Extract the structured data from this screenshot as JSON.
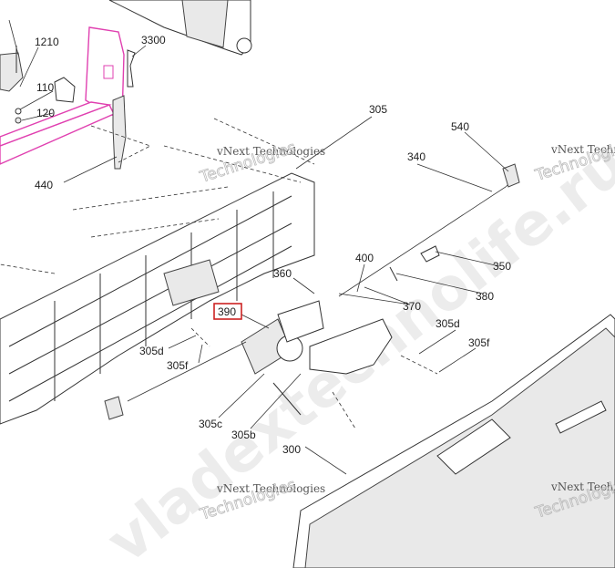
{
  "diagram": {
    "callouts": {
      "c1210": "1210",
      "c3300": "3300",
      "c110": "110",
      "c120": "120",
      "c440": "440",
      "c305": "305",
      "c540": "540",
      "c340": "340",
      "c350": "350",
      "c400": "400",
      "c360": "360",
      "c380": "380",
      "c370": "370",
      "c390": "390",
      "c305d_left": "305d",
      "c305f_left": "305f",
      "c305c": "305c",
      "c305b": "305b",
      "c300": "300",
      "c305d_right": "305d",
      "c305f_right": "305f"
    },
    "highlighted_callout": "390",
    "highlight_color": "#cc2222",
    "frame_color": "#e040b0",
    "watermarks": {
      "company": "vNext Technologies",
      "company_outline": "Technologies",
      "site": "vladextechnolife.ru"
    }
  }
}
